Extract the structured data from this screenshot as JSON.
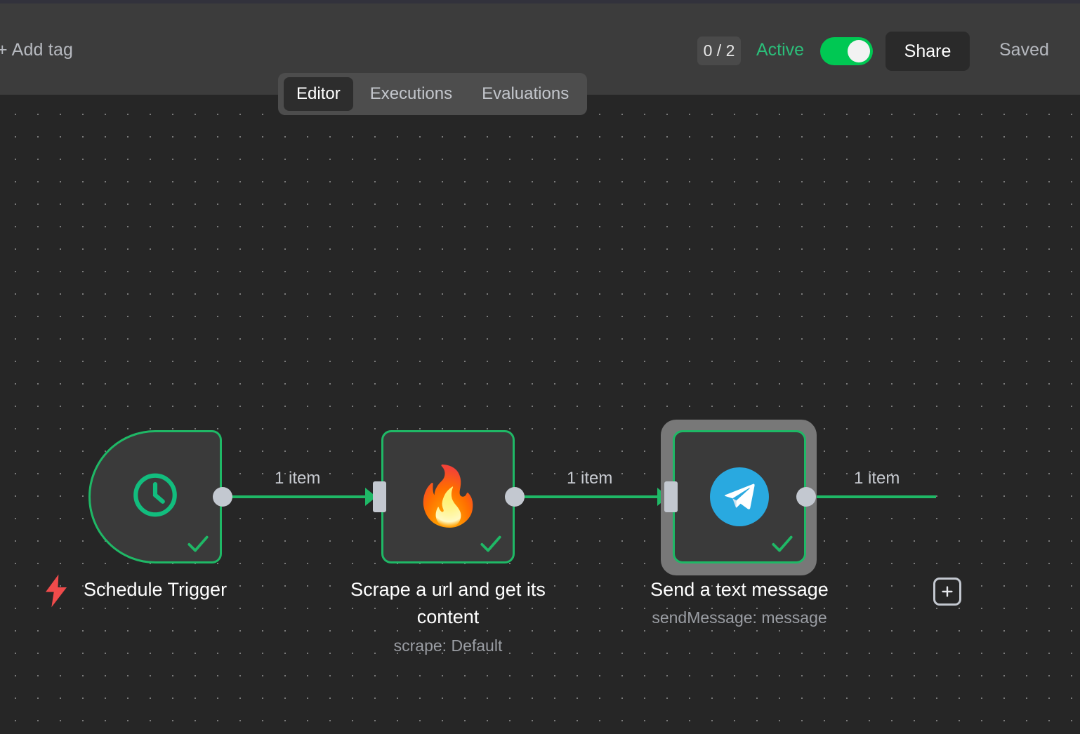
{
  "header": {
    "add_tag_label": "+ Add tag",
    "trigger_count": "0 / 2",
    "active_label": "Active",
    "active_toggle_on": true,
    "share_label": "Share",
    "saved_label": "Saved"
  },
  "tabs": [
    {
      "label": "Editor",
      "active": true
    },
    {
      "label": "Executions",
      "active": false
    },
    {
      "label": "Evaluations",
      "active": false
    }
  ],
  "canvas": {
    "nodes": [
      {
        "id": "schedule-trigger",
        "label": "Schedule Trigger",
        "sublabel": "",
        "icon": "clock-icon",
        "status": "success",
        "selected": false
      },
      {
        "id": "firecrawl-scrape",
        "label": "Scrape a url and get its content",
        "sublabel": "scrape: Default",
        "icon": "fire-icon",
        "status": "success",
        "selected": false
      },
      {
        "id": "telegram-send",
        "label": "Send a text message",
        "sublabel": "sendMessage: message",
        "icon": "telegram-icon",
        "status": "success",
        "selected": true
      }
    ],
    "connections": [
      {
        "label": "1 item",
        "from": "schedule-trigger",
        "to": "firecrawl-scrape"
      },
      {
        "label": "1 item",
        "from": "firecrawl-scrape",
        "to": "telegram-send"
      },
      {
        "label": "1 item",
        "from": "telegram-send",
        "to": "add-node"
      }
    ],
    "add_node_label": "+"
  },
  "colors": {
    "accent_green": "#1fb866",
    "toggle_green": "#00c853",
    "active_text": "#2bbf7a",
    "telegram_blue": "#29a9e0",
    "trigger_bolt_red": "#ef4b4b",
    "canvas_bg": "#262626",
    "header_bg": "#3c3c3c"
  }
}
